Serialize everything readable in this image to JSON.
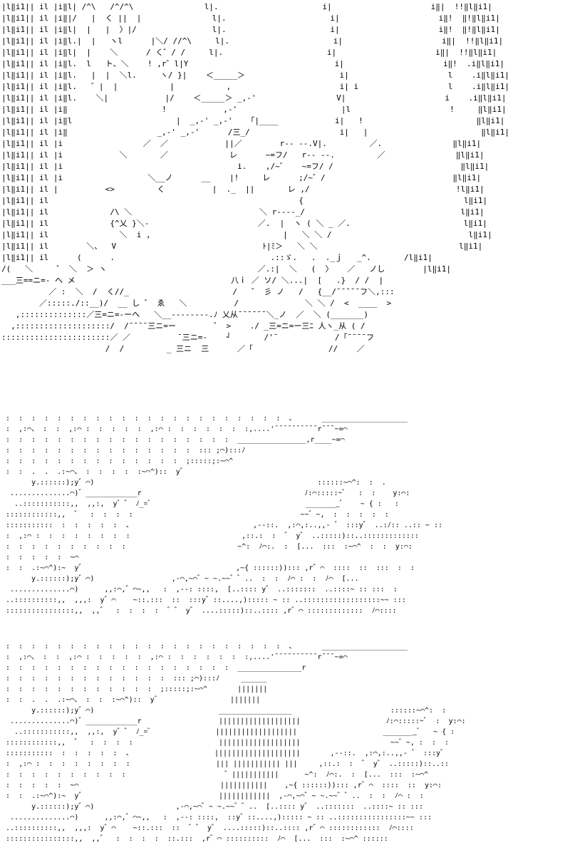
{
  "panels": [
    {
      "id": "panel-1",
      "lines": [
        "|l‖i1|| il |i‖l| /^\\   /^/^\\               l|.                      i|                     i‖|  !!‖l‖i1|",
        "|l‖i1|| il |i‖|/   |  く ||  |               l|.                      i|                     i‖!  ‖!‖l‖i1|",
        "|l‖i1|| il |i‖l|  |   |  〉|/                l|.                      i|                     i‖!  ‖!‖l‖i1|",
        "|l‖i1|| il |i‖l.|  |   ヽl      |＼/ //^\\     l|.                      i|                     i‖|  !!‖l‖i1|",
        "|l‖i1|| il |i‖l|  |    ＼      / く゛/ /     l|.                      i|                     i‖|  !!‖l‖i1|",
        "|l‖i1|| il |i‖l.  l   ト、＼    ! ,r゛l|Y                               i|                     i‖!  .i‖l‖i1|",
        "|l‖i1|| il |i‖l.   |  |  ＼l.     ヽ/ }|    ＜_____＞                    i|                     l    .i‖l‖i1|",
        "|l‖i1|| il |i‖l.   ゛|  |           |           ,                       i| i                   l    .i‖l‖i1|",
        "|l‖i1|| il |i‖l.    ＼|            |/    ＜_____＞ _,-'                 V|                     i    .i‖l‖i1|",
        "|l‖i1|| il |i‖                    !            ,-'                      |l                     !     ‖l‖i1|",
        "|l‖i1|| il |i‖l                      |  _,-' _,-'   「|____            i|   !                        ‖l‖i1|",
        "|l‖i1|| il |i‖                   _,-' _,-'      /三_/                   i|   |                        ‖l‖i1|",
        "|l‖i1|| il |i                 ／  ／            ||／        r‐‐ ‐‐.V|.         ／.               ‖l‖i1|",
        "|l‖i1|| il |i            ＼       ／             レ      ~=フ/   r‐‐ ‐‐.         ／               ‖l‖i1|",
        "|l‖i1|| il |i                                     i.    ,/~゛   ~=フ/ /                           ‖l‖i1|",
        "|l‖i1|| il |i                  ＼__ノ      __    |!     レ      ;/~゛/                           ‖l‖i1|",
        "|l‖i1|| il |          <>         く          |  ._  ||       レ ,/                               !l‖i1|",
        "|l‖i1|| il                                                     {                                  l‖i1|",
        "|l‖i1|| il             /\\ ＼                           ＼ r‐‐‐‐_/                                 l‖i1|",
        "|l‖i1|| il             {^乂 }＼-                       ／.  |  ヽ ( ＼ _ ／.                        l‖i1|",
        "|l‖i1|| il               ＼  i ,                            |   ＼ ＼ /                             l‖i1|",
        "|l‖i1|| il        ＼、  V                               ﾄ|ﾐ＞   ＼ ＼                              l‖i1|",
        "|l‖i1|| il      (      .                                 .::ゞ.   .  ._ｊ   _^.       /l‖i1|",
        "/(   ＼     ゛ ＼  ＞ ヽ                                ／.:|  ＼   (  〉   ／   ノし        |l‖i1|",
        "___三==ニ=‐ へ メ                                 八ｉ ／ ソ/ ＼...|  [   .}  / /  |",
        "          ／ :  ＼  /  く//_                      /   ゛ 彡 ノ   /   {__/¯¯¯¯¯フ＼,:::",
        "        ／:::::./::__)/  __ し ゛ ゑ   ＼          /              ＼ ＼ /  <  ____  >",
        "   ,::::::::::::::／三=ニ=‐ーヘ   ＼__‐---‐‐‐‐.ﾉ 乂从¯¯¯¯¯¯＼_ノ  ／  ＼ (_______)",
        "  ,::::::::::::::::::::/  /¯¯¯¯三ニ=ー        ゛ >    ./ _三=ニ=ー三ﾆ 人ヽ_从 ( /",
        ":::::::::::::::::::::::／ ／          ¯三ニ=-    ┘       /'¯            /「¯¯¯¯フ",
        "                      /  /         _ 三ニ  三      ／「                //    ／"
      ]
    },
    {
      "id": "panel-2",
      "lines": [
        " :  :  :  :  :  :  :  :  :  :  :  :  :  :  :  :  :  :  :  :  :  :  、      ____________________",
        " :  ,:⌒、 :  :  ,:⌒ :  :  :  :  :  ,:⌒ :  :  :  :  :  :  :,....'¯¯¯¯¯¯¯¯¯¯r¯¯¯~=⌒",
        " :  :  :  :  :  :  :  :  :  :  :  :  :  :  :  :  :  :  ________________,r____~=⌒",
        " :  :  :  :  :  :  :  :  :  :  :  :  :  :  :  ::: ;⌒):::ﾉ",
        " :  :  :  :  :  :  :  :  :  :  :  :  :  :  ;:::::;:~⌒^",
        " :  :  .  .  .:~⌒、 :  :  :  :  :~⌒^)::  y゛",
        "       y.::::::);y゛⌒)                                                    ::::::~⌒^:  :  .",
        "  ..............⌒)゛____________r                                      ﾉ:⌒:::::~ﾞ   :  :    y:⌒:",
        "   ..:::::::::::,,  ,,:,  y゛゛ ﾉ_=ﾞ                                    ________ﾞ    ~ { :   :",
        " ::::::::::::,,  ゛  :  :  :  :                                       ~~゛~,  :  :  :  :  :",
        " :::::::::::  :  :  :  :  :  、                            ,--::.  ,:⌒,:..,,- ゛ :::y゛ ..:ﾉ:: ..:: ~ ::",
        " :  ,:⌒ :  :  :  :  :  :  :  :                          ,::.:  :  ゛ y゛ ..:::::)::..:::::::::::::",
        " :  :  :  :  :  :  :  :  :  :                          ~^:  ﾉ⌒:.  :  [...  :::  :~⌒^  :  :  y:⌒:",
        " :  :  :  :  :  ~⌒",
        " :  :  .:~⌒^):~  y゛                                   ,~{ ::::::))::: ,r゛⌒  ::::  ::  :::  :  :",
        "       y.::::::);y゛⌒)                  ,-⌒,~⌒゛~ ~.~~゛゛..  :  :  ﾉ⌒ :  :  ﾉ⌒  [...",
        "  ..............⌒)      ,,:⌒,゛⌒~,,   :  ,--: ::::,  [..:::: y゛ ..:::::::  ..::::~ :: :::  :",
        " ..::::::::::,,  ,,,:  y゛⌒    ~::.:::  ::  :::y゛::....,)::::: ~ :: ..::::::::::::::::::~~ :::",
        " ::::::::::::::::,,  ,,゛  :  :  :  :  ゛゛ y゛ ....:::::)::..:::: ,r゛⌒ :::::::::::::  ﾉ⌒::::"
      ]
    },
    {
      "id": "panel-3",
      "lines": [
        " :  :  :  :  :  :  :  :  :  :  :  :  :  :  :  :  :  :  :  :  :  :  、      ____________________",
        " :  ,:⌒、 :  :  ,:⌒ :  :  :  :  :  ,:⌒ :  :  :  :  :  :  :,....'¯¯¯¯¯¯¯¯¯¯r¯¯¯~=⌒",
        " :  :  :  :  :  :  :  :  :  :  :  :  :  :  :  :  :  :  _______________r",
        " :  :  :  :  :  :  :  :  :  :  :  :  :  ::: ;⌒):::ﾉ     ______",
        " :  :  :  :  :  :  :  :  :  :  :  :  ;:::::;:~⌒^       |||||||",
        " :  :  .  .  .:~⌒、 :  :  :~⌒^)::  y゛                |||||||",
        "       y.::::::);y゛⌒)                             _________________                       ::::::~⌒^:  :",
        "  ..............⌒)゛____________r                  |||||||||||||||||||                    ﾉ:⌒:::::~ﾞ  :  y:⌒:",
        "   ..:::::::::::,,  ,,:,  y゛゛ ﾉ_=ﾞ               |||||||||||||||||||                    ________ﾞ   ~ { :",
        " ::::::::::::,,  ゛  :  :  :  :                    |||||||||||||||||||                     ~~゛~, :  :  :",
        " :::::::::::  :  :  :  :  :  、                   ||||||||||||||||||||       ,--::.  ,:⌒,:..,,- ゛ :::y゛",
        " :  ,:⌒ :  :  :  :  :  :  :  :                    ||| ||||||||||| |||     ,::.:  :  ゛ y゛ ..:::::)::..::",
        " :  :  :  :  :  :  :  :  :  :                       ゛|||||||||||      ~^:  ﾉ⌒:.  :  [...  :::  :~⌒^",
        " :  :  :  :  :  ~⌒                                 |||||||||||    ,~{ ::::::))::: ,r゛⌒  ::::  ::  y:⌒:",
        " :  :  .:~⌒^):~  y゛                               ||||||||||||  ,-⌒,~⌒゛~ ~.~~゛゛..  :  :  ﾉ⌒ :  :",
        "       y.::::::);y゛⌒)                   ,-⌒,~⌒゛~ ~.~~゛゛..  [..:::: y゛ ..:::::::  ..::::~ :: :::",
        "  ..............⌒)      ,,:⌒,゛⌒~,,   :  ,--: ::::,  ::y゛::....,)::::: ~ :: ..::::::::::::::::~~ :::",
        " ..::::::::::,,  ,,,:  y゛⌒    ~::.:::  ::  ゛゛ y゛ ....:::::)::..:::: ,r゛⌒ ::::::::::::  ﾉ⌒::::",
        " ::::::::::::::::,,  ,,゛  :  :  :  :  ::.:::  ,r゛⌒ ::::::::::  ﾉ⌒  [...  :::  :~⌒^ ::::::"
      ]
    }
  ]
}
